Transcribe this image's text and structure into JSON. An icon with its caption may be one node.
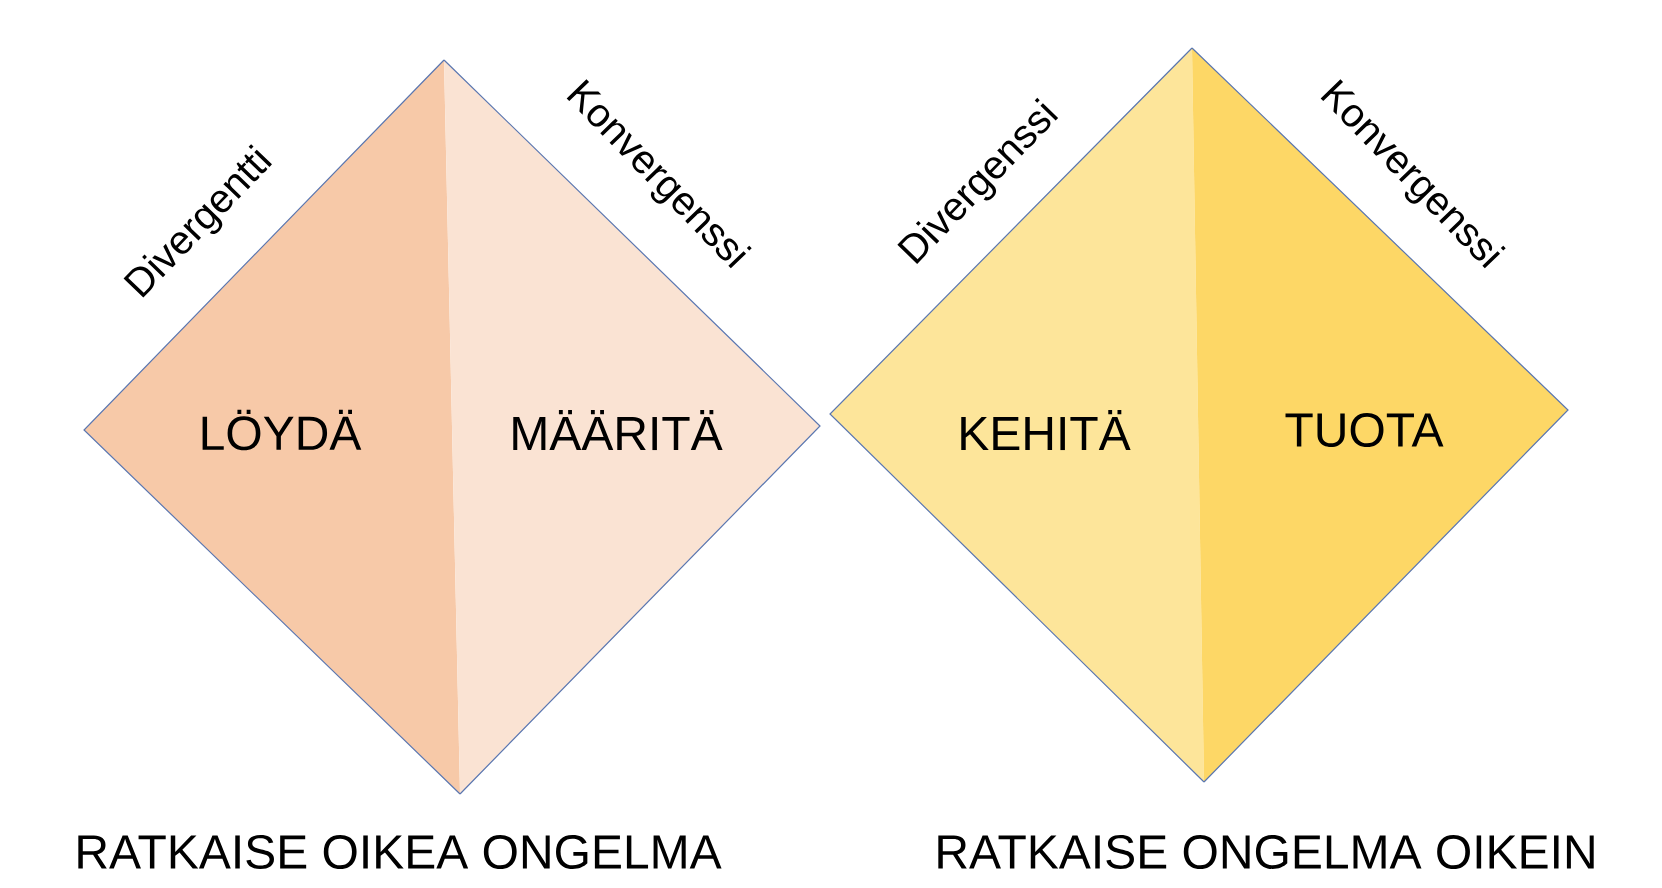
{
  "diagram": {
    "nodes": [
      {
        "text": [
          "LÖYDÄ"
        ],
        "beside": [
          "Divergentti"
        ]
      },
      {
        "text": [
          "MÄÄRITÄ"
        ],
        "beside": [
          "Konvergenssi"
        ]
      },
      {
        "text": [
          "KEHITÄ"
        ],
        "beside": [
          "Divergenssi"
        ]
      },
      {
        "text": [
          "TUOTA"
        ],
        "beside": [
          "Konvergenssi"
        ]
      }
    ],
    "labels": [
      "RATKAISE OIKEA ONGELMA",
      "RATKAISE ONGELMA OIKEIN"
    ]
  }
}
